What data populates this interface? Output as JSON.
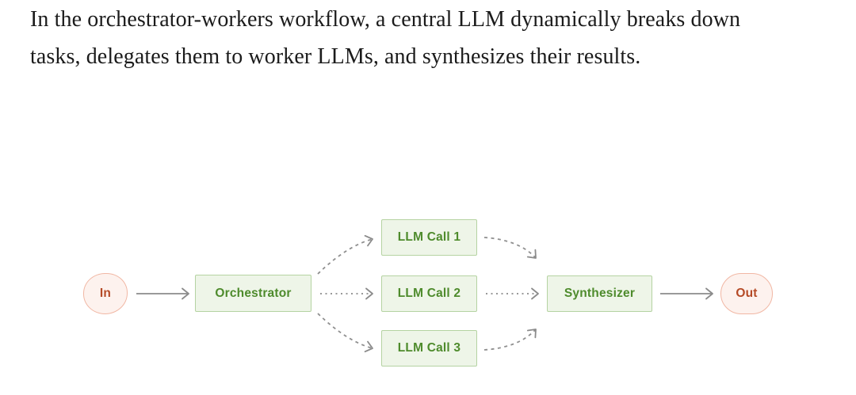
{
  "intro": {
    "lines": [
      "In the orchestrator-workers workflow, a central LLM dynamically breaks down",
      "tasks, delegates them to worker LLMs, and synthesizes their results."
    ]
  },
  "diagram": {
    "nodes": {
      "in": {
        "label": "In",
        "shape": "blob",
        "role": "input"
      },
      "orchestrator": {
        "label": "Orchestrator",
        "shape": "rect",
        "role": "llm"
      },
      "llm_call_1": {
        "label": "LLM Call 1",
        "shape": "rect",
        "role": "llm"
      },
      "llm_call_2": {
        "label": "LLM Call 2",
        "shape": "rect",
        "role": "llm"
      },
      "llm_call_3": {
        "label": "LLM Call 3",
        "shape": "rect",
        "role": "llm"
      },
      "synthesizer": {
        "label": "Synthesizer",
        "shape": "rect",
        "role": "llm"
      },
      "out": {
        "label": "Out",
        "shape": "pill",
        "role": "output"
      }
    },
    "edges": [
      {
        "from": "in",
        "to": "orchestrator",
        "style": "solid"
      },
      {
        "from": "orchestrator",
        "to": "llm_call_1",
        "style": "dashed-curve"
      },
      {
        "from": "orchestrator",
        "to": "llm_call_2",
        "style": "dotted"
      },
      {
        "from": "orchestrator",
        "to": "llm_call_3",
        "style": "dashed-curve"
      },
      {
        "from": "llm_call_1",
        "to": "synthesizer",
        "style": "dashed-curve"
      },
      {
        "from": "llm_call_2",
        "to": "synthesizer",
        "style": "dotted"
      },
      {
        "from": "llm_call_3",
        "to": "synthesizer",
        "style": "dashed-curve"
      },
      {
        "from": "synthesizer",
        "to": "out",
        "style": "solid"
      }
    ],
    "colors": {
      "green_border": "#b5d3a2",
      "green_fill": "#eef5e8",
      "green_text": "#4e8b2c",
      "pink_border": "#f1b7a4",
      "pink_fill": "#fdf2ee",
      "pink_text": "#b54a26",
      "arrow_gray": "#8b8b8b",
      "background": "#ffffff",
      "intro_text": "#1b1b1b"
    }
  }
}
